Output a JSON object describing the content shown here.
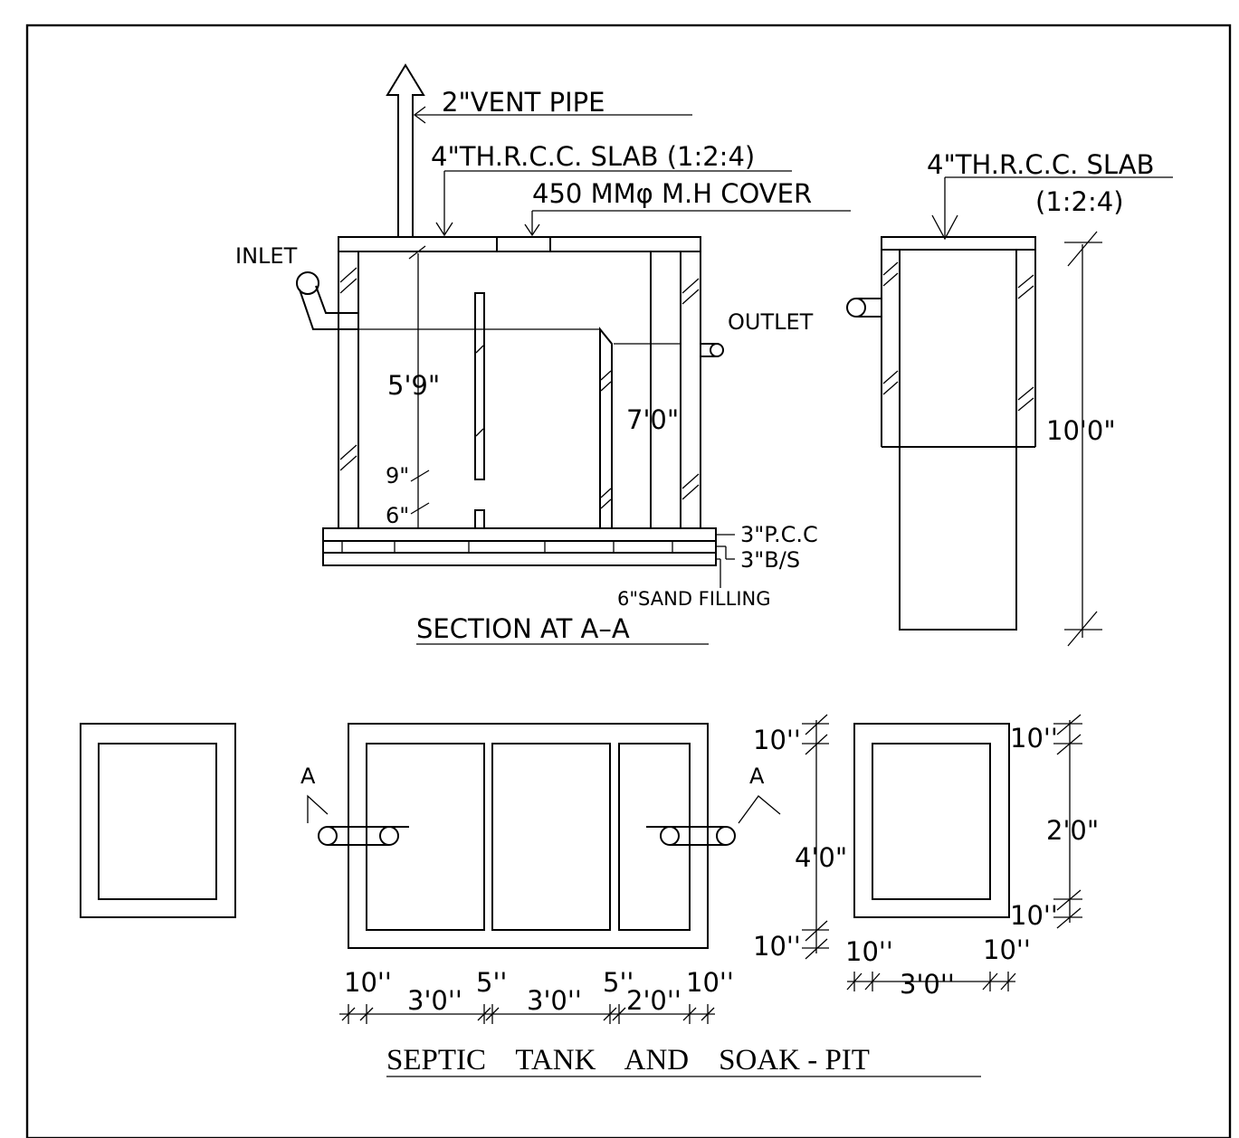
{
  "section": {
    "title": "SECTION  AT  A–A",
    "labels": {
      "vent_pipe": "2\"VENT  PIPE",
      "slab_main": "4\"TH.R.C.C.  SLAB  (1:2:4)",
      "mh_cover": "450  MMφ  M.H  COVER",
      "inlet": "INLET",
      "outlet_tank": "OUTLET",
      "pcc": "3\"P.C.C",
      "brick_soling": "3\"B/S",
      "sand_filling": "6\"SAND  FILLING"
    },
    "dims": {
      "h_liquid": "5'9\"",
      "h_tank": "7'0\"",
      "h_9": "9\"",
      "h_6": "6\""
    }
  },
  "soak_section": {
    "slab_line1": "4\"TH.R.C.C.  SLAB",
    "slab_line2": "(1:2:4)",
    "h_total": "10'0\""
  },
  "plan": {
    "section_marker": "A",
    "dims_bottom": [
      "10''",
      "3'0''",
      "5''",
      "3'0''",
      "5''",
      "2'0''",
      "10''"
    ],
    "dims_side": {
      "top": "10''",
      "middle": "4'0\"",
      "bottom": "10''"
    }
  },
  "soak_plan": {
    "dims_side": {
      "top": "10''",
      "middle": "2'0\"",
      "bottom": "10''"
    },
    "dims_bottom": {
      "left": "10''",
      "middle": "3'0''",
      "right": "10''"
    }
  },
  "title": "SEPTIC    TANK    AND    SOAK - PIT"
}
